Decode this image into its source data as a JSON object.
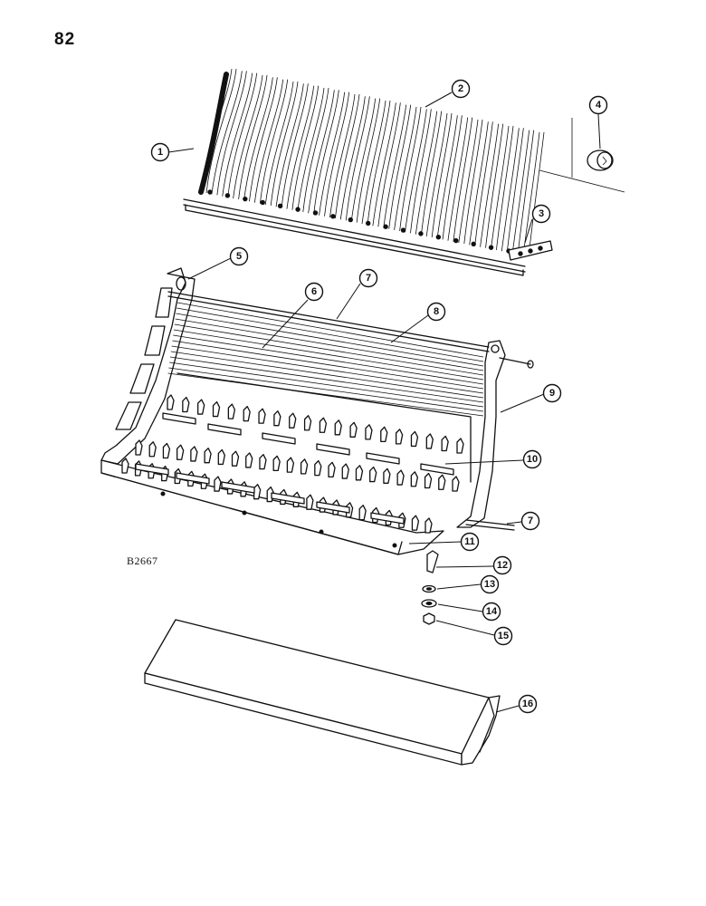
{
  "page": {
    "number": "82",
    "drawing_code": "B2667"
  },
  "callouts": [
    {
      "id": "c1",
      "label": "1"
    },
    {
      "id": "c2",
      "label": "2"
    },
    {
      "id": "c3",
      "label": "3"
    },
    {
      "id": "c4",
      "label": "4"
    },
    {
      "id": "c5",
      "label": "5"
    },
    {
      "id": "c6",
      "label": "6"
    },
    {
      "id": "c7a",
      "label": "7"
    },
    {
      "id": "c8",
      "label": "8"
    },
    {
      "id": "c9",
      "label": "9"
    },
    {
      "id": "c10",
      "label": "10"
    },
    {
      "id": "c7b",
      "label": "7"
    },
    {
      "id": "c11",
      "label": "11"
    },
    {
      "id": "c12",
      "label": "12"
    },
    {
      "id": "c13",
      "label": "13"
    },
    {
      "id": "c14",
      "label": "14"
    },
    {
      "id": "c15",
      "label": "15"
    },
    {
      "id": "c16",
      "label": "16"
    }
  ]
}
